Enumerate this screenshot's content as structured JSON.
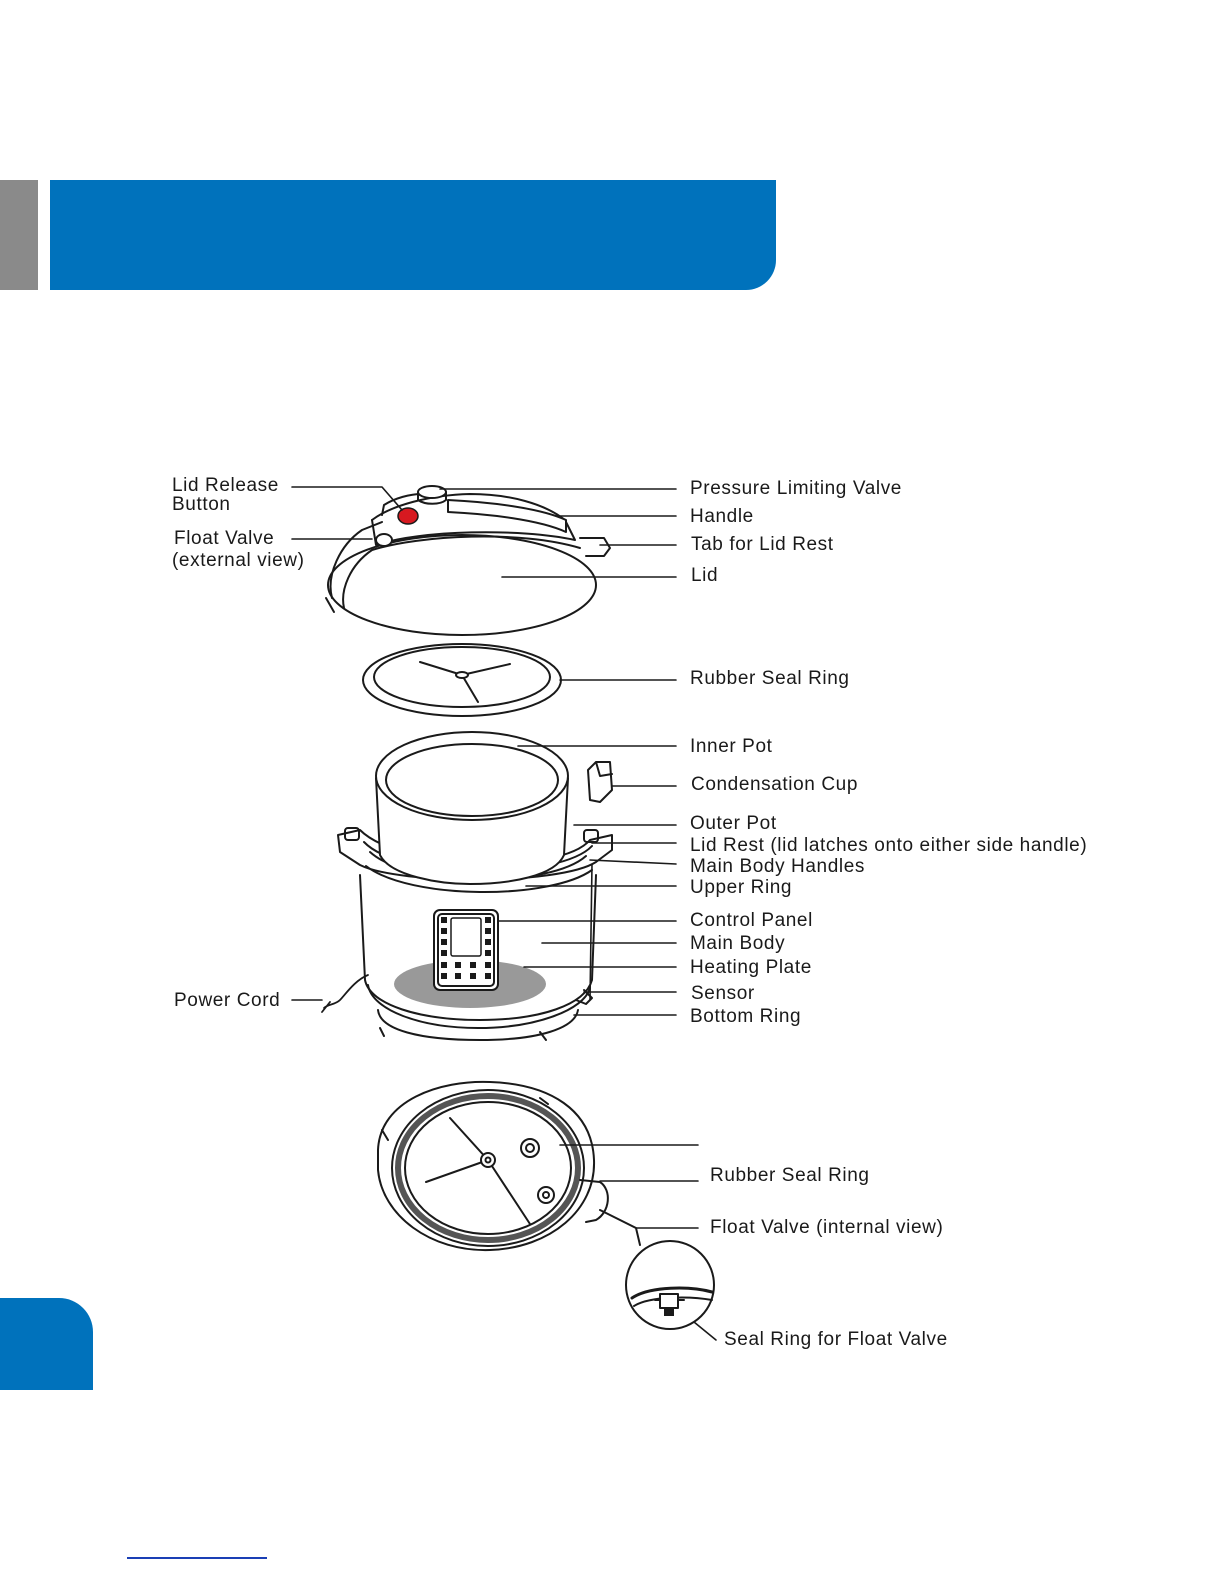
{
  "colors": {
    "banner": "#0072bc",
    "side_tab": "#8a8a8a",
    "release_button": "#d71920",
    "footer_rule": "#1a3fb5"
  },
  "labels": {
    "lid_release_1": "Lid Release",
    "lid_release_2": "Button",
    "float_valve_1": "Float Valve",
    "float_valve_2": "(external view)",
    "power_cord": "Power Cord",
    "pressure_limiting_valve": "Pressure Limiting Valve",
    "handle": "Handle",
    "tab_for_lid_rest": "Tab for Lid Rest",
    "lid": "Lid",
    "rubber_seal_ring": "Rubber Seal Ring",
    "inner_pot": "Inner Pot",
    "condensation_cup": "Condensation Cup",
    "outer_pot": "Outer Pot",
    "lid_rest": "Lid Rest (lid latches  onto either side handle)",
    "main_body_handles": "Main Body Handles",
    "upper_ring": "Upper Ring",
    "control_panel": "Control Panel",
    "main_body": "Main Body",
    "heating_plate": "Heating Plate",
    "sensor": "Sensor",
    "bottom_ring": "Bottom Ring",
    "rubber_seal_ring_2": "Rubber Seal Ring",
    "float_valve_internal": "Float Valve (internal view)",
    "seal_ring_float_valve": "Seal Ring for Float Valve"
  }
}
